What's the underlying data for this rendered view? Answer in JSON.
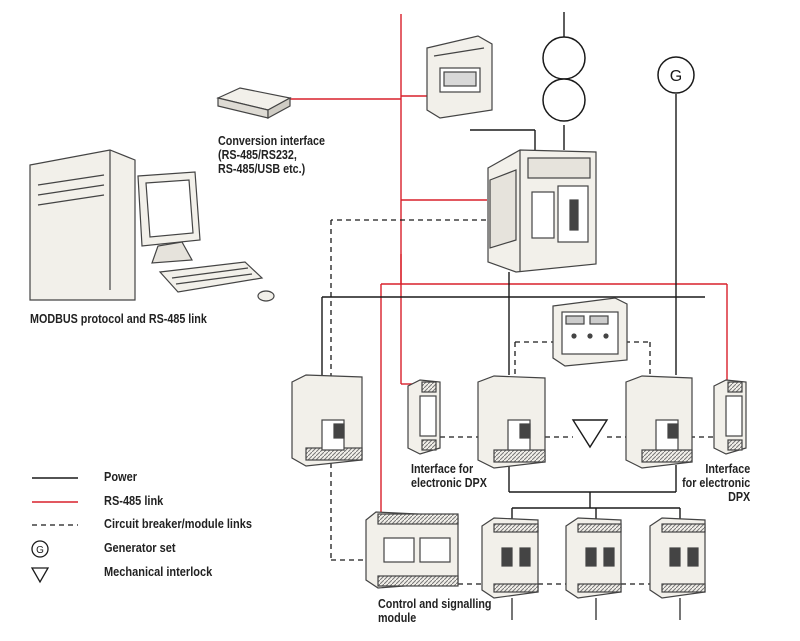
{
  "colors": {
    "power": "#1a1a1a",
    "rs485": "#d9202b",
    "device_fill": "#f2f0ea",
    "device_stroke": "#555555"
  },
  "labels": {
    "conversion_interface": "Conversion interface\n(RS-485/RS232,\nRS-485/USB etc.)",
    "modbus": "MODBUS protocol and RS-485 link",
    "interface_dpx_left": "Interface for\nelectronic DPX",
    "interface_dpx_right": "Interface\nfor electronic\nDPX",
    "control_module": "Control and signalling\nmodule",
    "generator_symbol": "G"
  },
  "legend": {
    "power": "Power",
    "rs485": "RS-485 link",
    "links": "Circuit breaker/module links",
    "generator": "Generator set",
    "interlock": "Mechanical interlock",
    "generator_symbol": "G"
  }
}
